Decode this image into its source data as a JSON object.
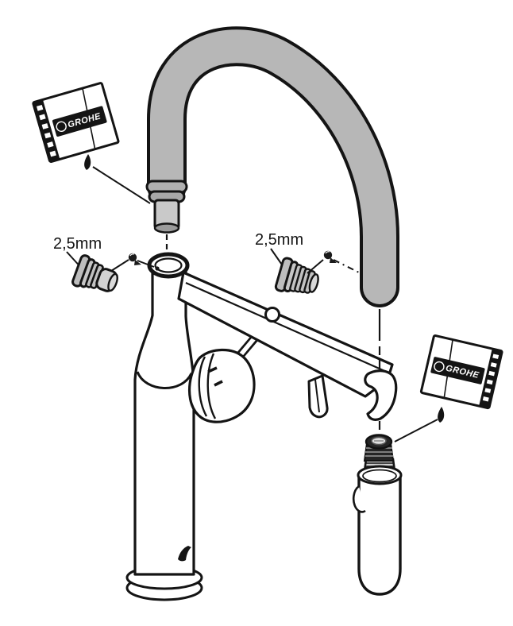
{
  "diagram": {
    "kind": "exploded-parts-illustration",
    "subject": "kitchen faucet with pull-out spray hose",
    "background_color": "#ffffff",
    "outline_color": "#141414",
    "hose_color": "#b7b7b7",
    "metal_light": "#cccccc",
    "dark_fill": "#1a1a1a",
    "labels": {
      "left_hex_size": "2,5mm",
      "middle_hex_size": "2,5mm"
    },
    "packet_brand": "GROHE",
    "parts": [
      "grease-packet-top-left",
      "grease-packet-right",
      "grease-drop",
      "spray-hose-arc",
      "hose-coupling",
      "hex-stop-plug-left",
      "hex-stop-plug-middle",
      "set-screw-left",
      "set-screw-middle",
      "faucet-body",
      "faucet-neck-opening",
      "spout-arm",
      "control-lever",
      "docking-clip",
      "spray-head",
      "spray-head-connector"
    ]
  }
}
